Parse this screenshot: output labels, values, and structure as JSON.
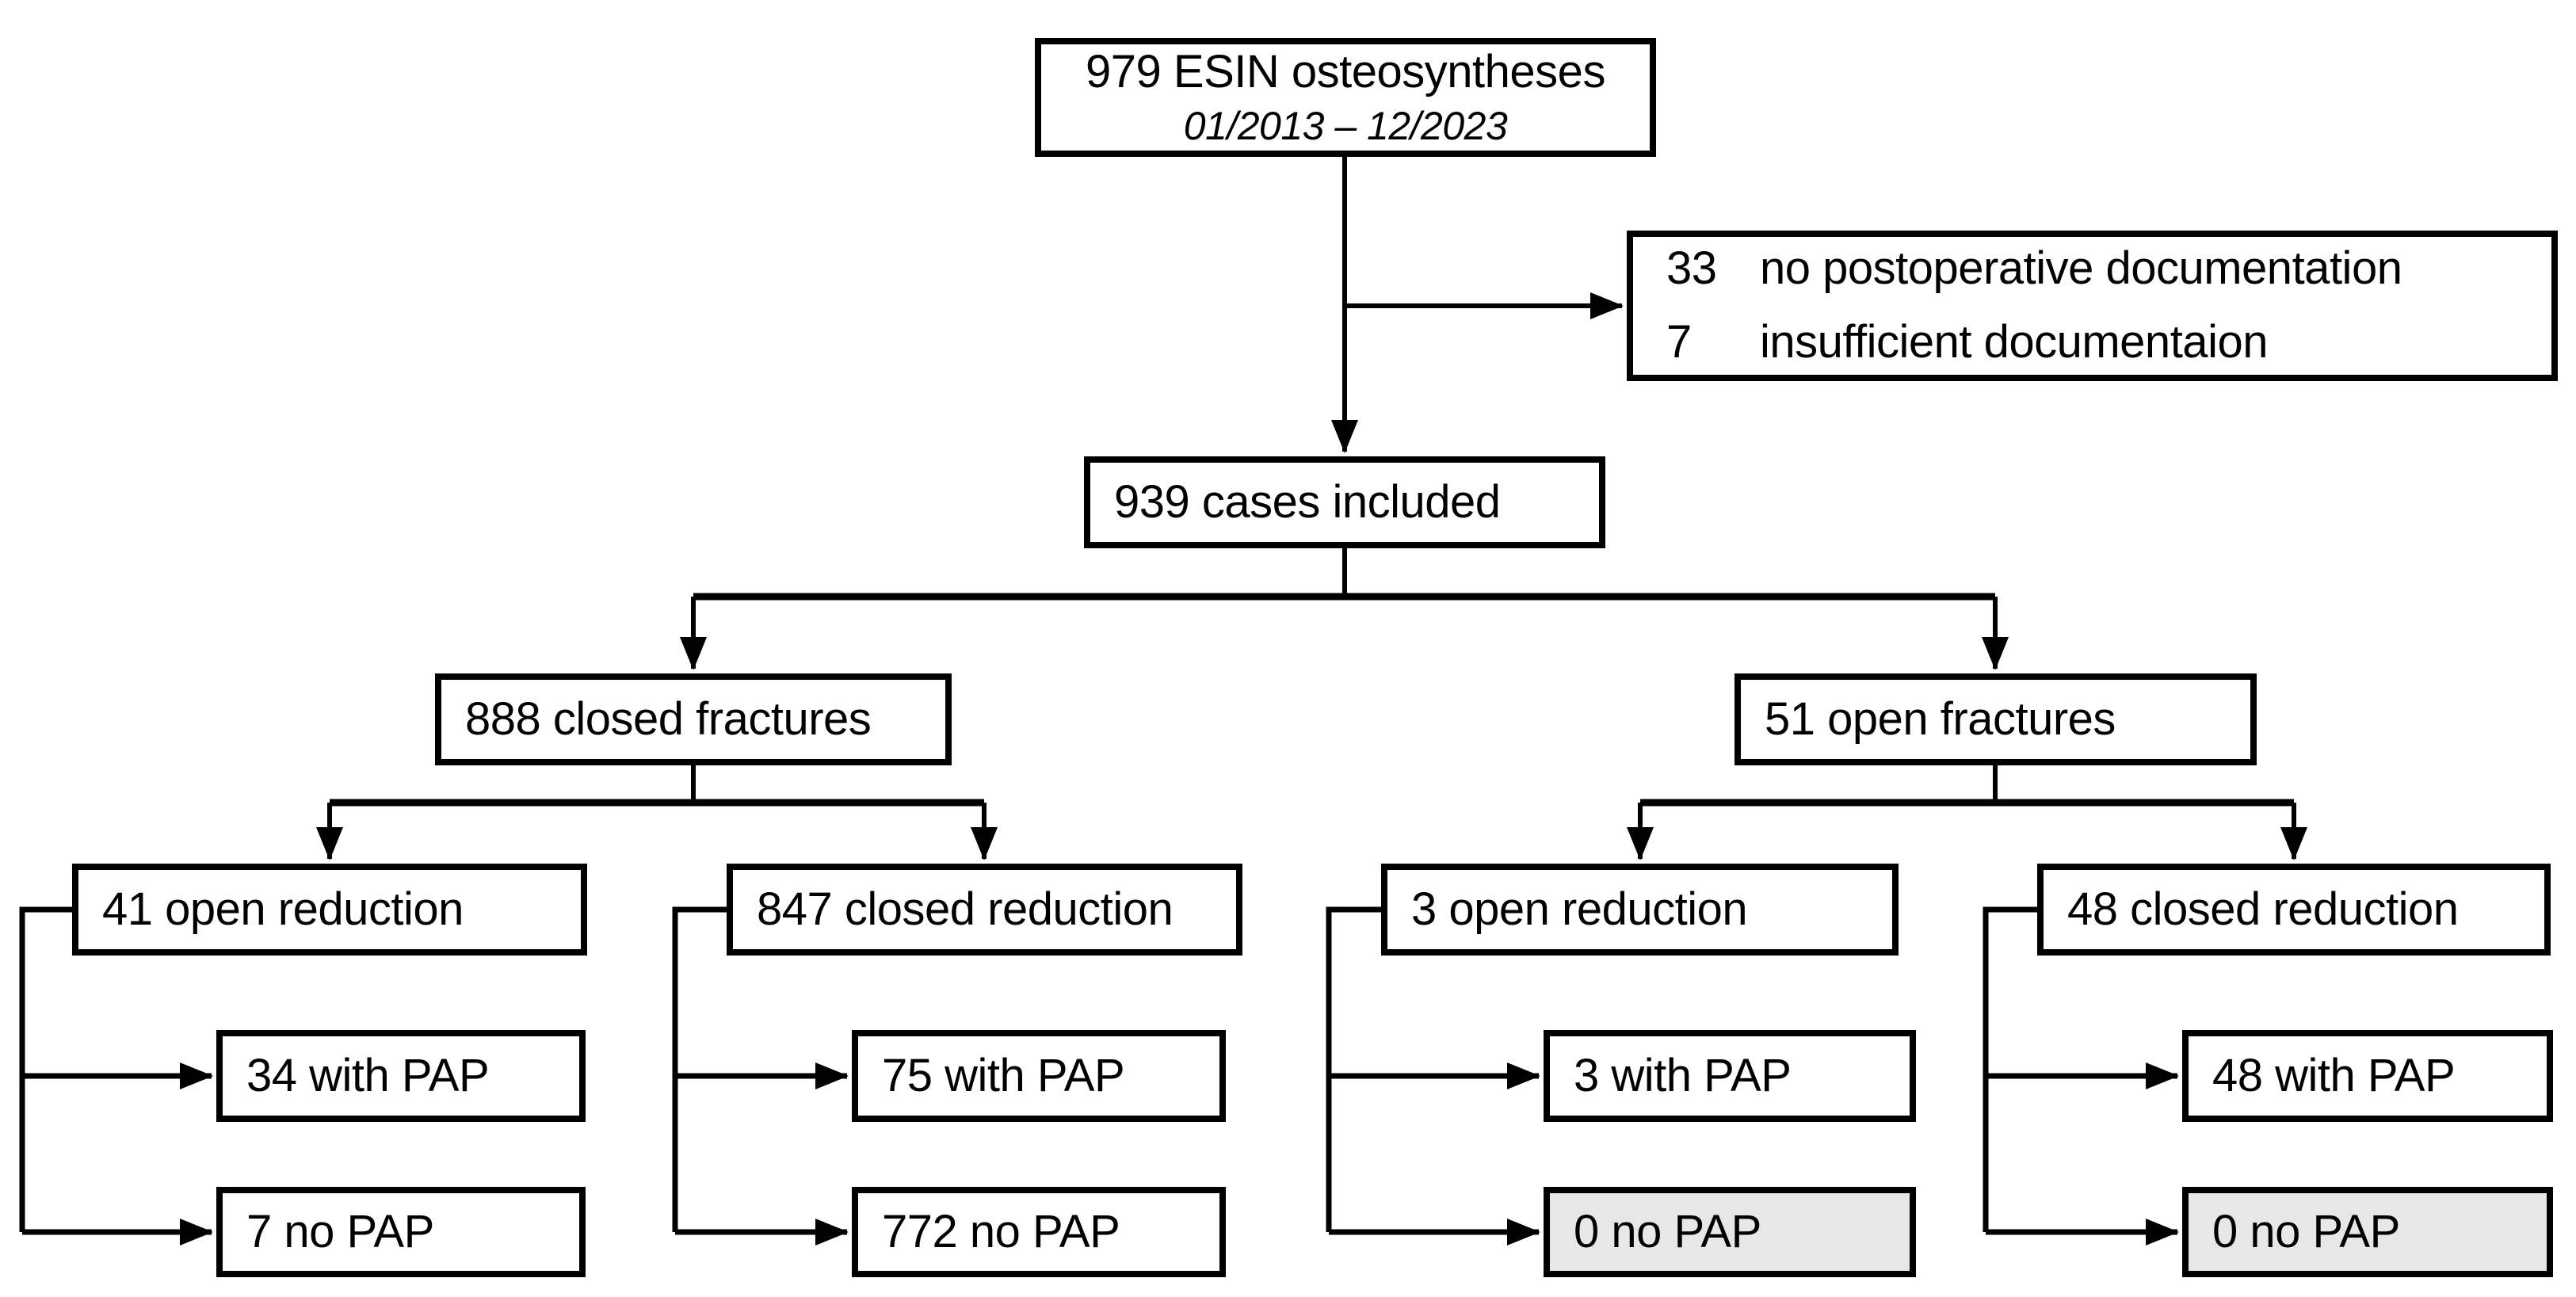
{
  "diagram": {
    "title_node": {
      "line1": "979 ESIN osteosyntheses",
      "line2": "01/2013 – 12/2023"
    },
    "excluded_node": {
      "rows": [
        {
          "count": "33",
          "label": "no postoperative documentation"
        },
        {
          "count": "7",
          "label": "insufficient documentaion"
        }
      ]
    },
    "included_node": {
      "label": "939 cases included"
    },
    "closed_fractures_node": {
      "label": "888 closed fractures"
    },
    "open_fractures_node": {
      "label": "51 open fractures"
    },
    "groups": [
      {
        "reduction": "41 open reduction",
        "with_pap": "34 with PAP",
        "no_pap": "7 no PAP",
        "no_pap_highlight": false
      },
      {
        "reduction": "847 closed reduction",
        "with_pap": "75 with PAP",
        "no_pap": "772 no PAP",
        "no_pap_highlight": false
      },
      {
        "reduction": "3 open reduction",
        "with_pap": "3 with PAP",
        "no_pap": "0 no PAP",
        "no_pap_highlight": true
      },
      {
        "reduction": "48 closed reduction",
        "with_pap": "48 with PAP",
        "no_pap": "0 no PAP",
        "no_pap_highlight": true
      }
    ],
    "colors": {
      "box_border": "#000000",
      "line": "#000000",
      "background": "#ffffff",
      "highlight_fill": "#e7e7e7"
    }
  }
}
